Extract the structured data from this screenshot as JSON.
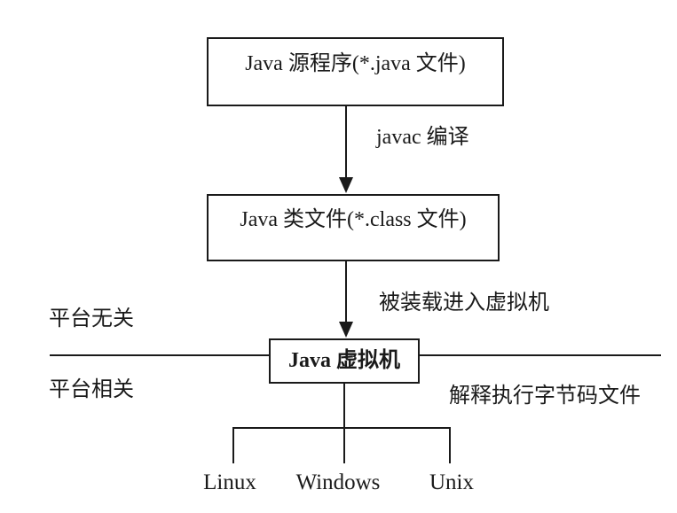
{
  "diagram": {
    "title": "java-program-execution-flow",
    "boxes": {
      "source": {
        "label": "Java 源程序(*.java 文件)"
      },
      "class_file": {
        "label": "Java 类文件(*.class 文件)"
      },
      "jvm": {
        "label": "Java 虚拟机"
      }
    },
    "arrows": {
      "compile_label": "javac 编译",
      "load_label": "被装载进入虚拟机"
    },
    "annotations": {
      "platform_independent": "平台无关",
      "platform_dependent": "平台相关",
      "interpret": "解释执行字节码文件"
    },
    "platforms": [
      "Linux",
      "Windows",
      "Unix"
    ],
    "colors": {
      "line": "#1a1a1a",
      "text": "#1a1a1a",
      "background": "#ffffff"
    }
  }
}
